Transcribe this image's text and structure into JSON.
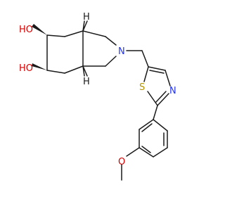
{
  "molecule": {
    "atom_labels": {
      "oh_top": "HO",
      "oh_bottom": "HO",
      "h_top": "H",
      "h_bottom": "H",
      "n_ring": "N",
      "s_thiazole": "S",
      "n_thiazole": "N",
      "o_methoxy": "O"
    },
    "colors": {
      "bond": "#1a1a1a",
      "oxygen": "#d40000",
      "nitrogen": "#2233ee",
      "sulfur": "#b39400",
      "carbon_text": "#1a1a1a"
    }
  }
}
